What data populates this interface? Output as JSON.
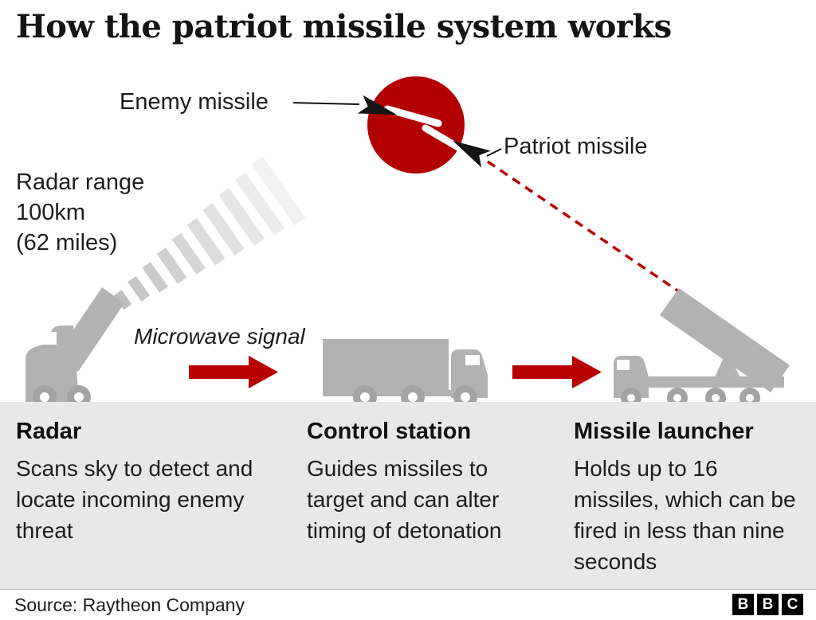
{
  "title": "How the patriot missile system works",
  "diagram": {
    "enemy_missile_label": "Enemy missile",
    "patriot_missile_label": "Patriot missile",
    "radar_range_lines": [
      "Radar range",
      "100km",
      "(62 miles)"
    ],
    "microwave_signal_label": "Microwave signal"
  },
  "sections": [
    {
      "heading": "Radar",
      "body": "Scans sky to detect and locate incoming enemy threat"
    },
    {
      "heading": "Control station",
      "body": "Guides missiles to target and can alter timing of detonation"
    },
    {
      "heading": "Missile launcher",
      "body": "Holds up to 16 missiles, which can be fired in less than nine seconds"
    }
  ],
  "footer": {
    "source": "Source: Raytheon Company",
    "logo": [
      "B",
      "B",
      "C"
    ]
  },
  "colors": {
    "accent_red": "#b80000",
    "explosion_red": "#b20000",
    "vehicle_gray": "#b2b2b2",
    "panel_gray": "#e8e8e8"
  }
}
